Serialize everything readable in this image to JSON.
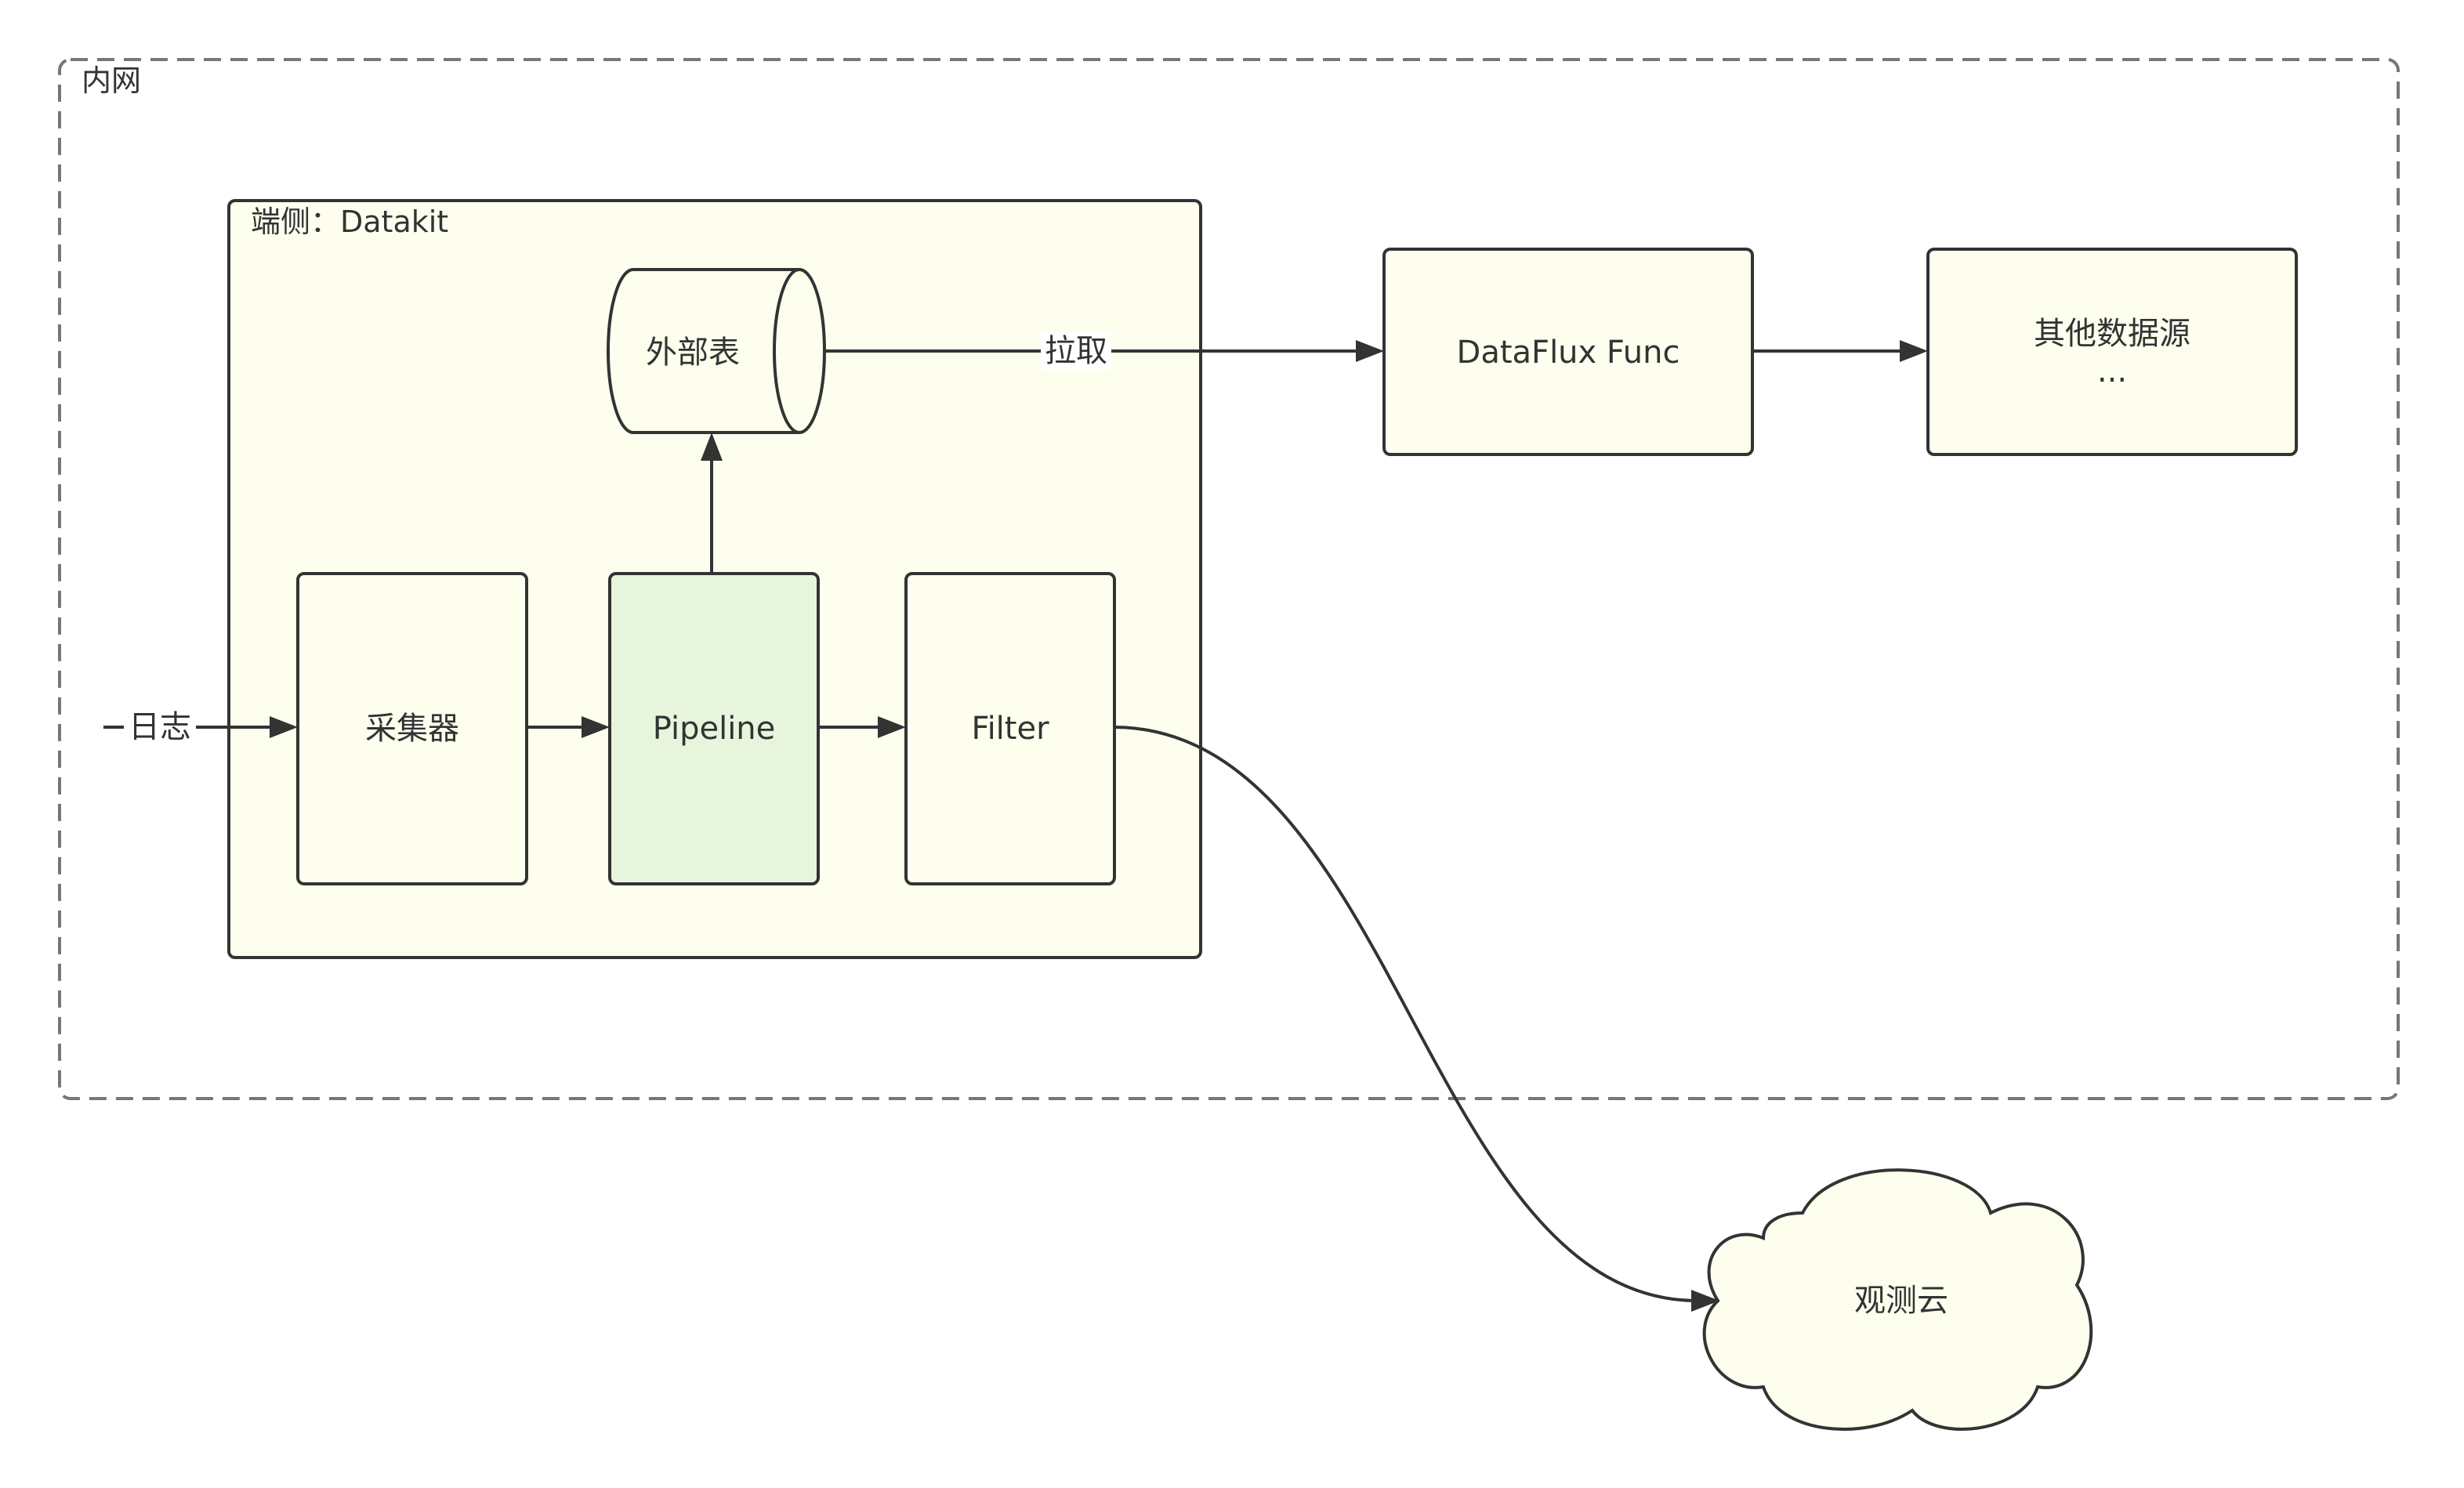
{
  "intranet": {
    "label": "内网"
  },
  "endpoint": {
    "label": "端侧：Datakit"
  },
  "nodes": {
    "external_table": "外部表",
    "collector": "采集器",
    "pipeline": "Pipeline",
    "filter": "Filter",
    "dataflux_func": "DataFlux Func",
    "other_sources": {
      "line1": "其他数据源",
      "line2": "..."
    },
    "guance_cloud": "观测云"
  },
  "edges": {
    "logs": "日志",
    "pull": "拉取"
  },
  "colors": {
    "stroke": "#333333",
    "node_fill": "#fefeee",
    "pipeline_fill": "#e6f5dc",
    "dashed_border": "#777777"
  }
}
